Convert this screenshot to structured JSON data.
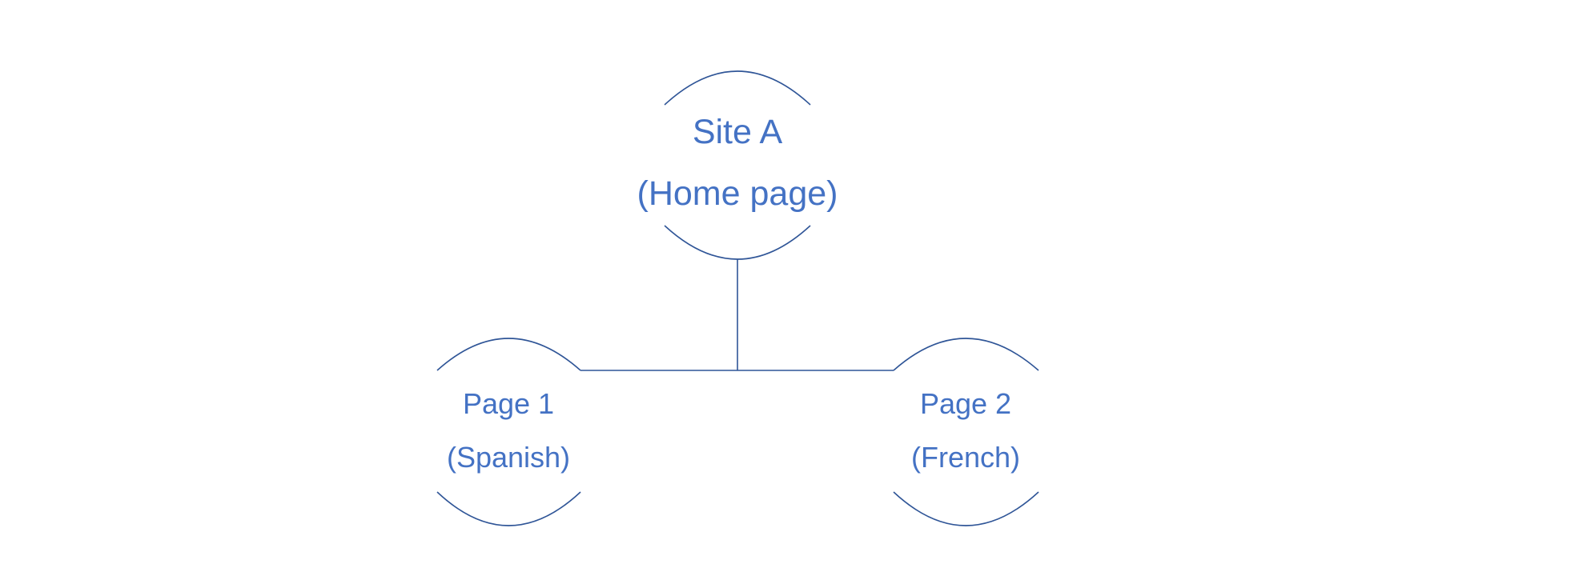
{
  "nodes": {
    "root": {
      "line1": "Site A",
      "line2": "(Home page)"
    },
    "left": {
      "line1": "Page 1",
      "line2": "(Spanish)"
    },
    "right": {
      "line1": "Page 2",
      "line2": "(French)"
    }
  },
  "colors": {
    "text": "#4472C4",
    "stroke": "#2F5597"
  }
}
